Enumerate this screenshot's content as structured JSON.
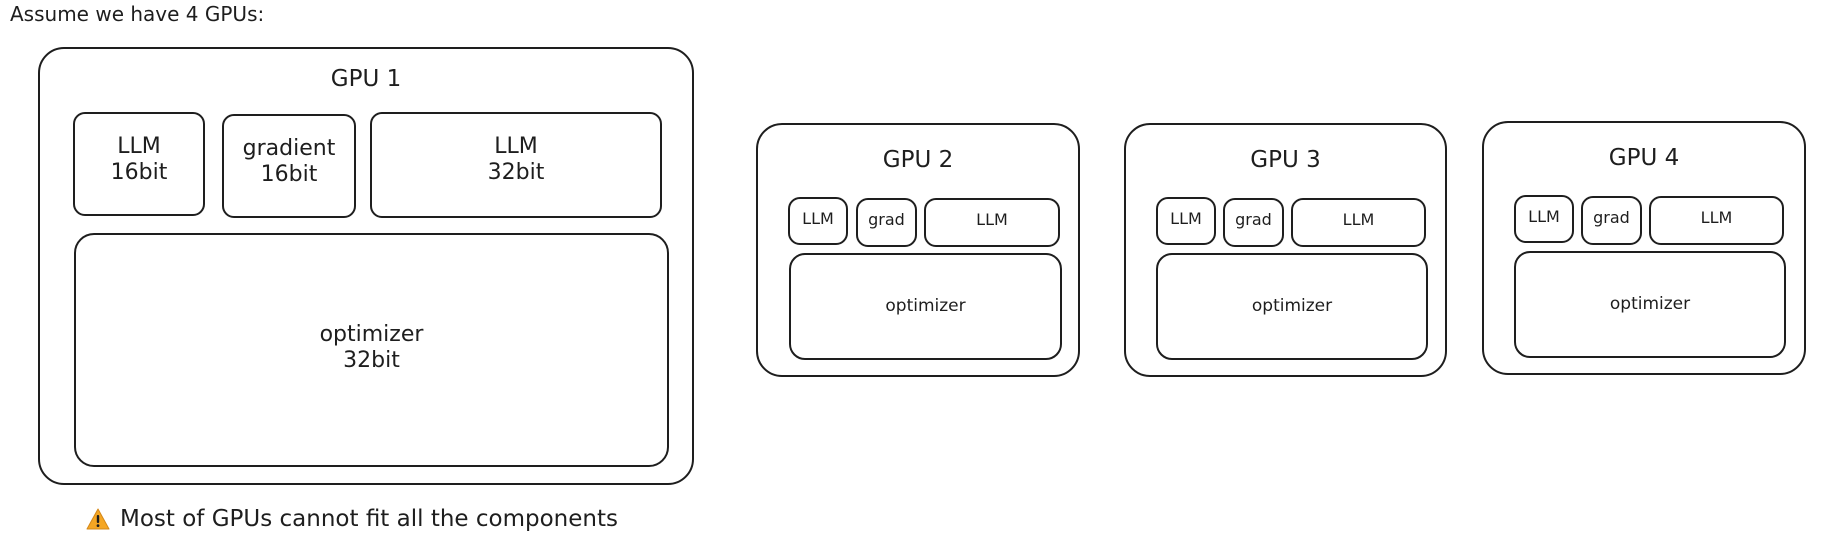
{
  "intro": "Assume we have 4 GPUs:",
  "gpus": [
    {
      "title": "GPU 1",
      "llm16": "LLM\n16bit",
      "gradient": "gradient\n16bit",
      "llm32": "LLM\n32bit",
      "optimizer": "optimizer\n32bit"
    },
    {
      "title": "GPU 2",
      "llm16": "LLM",
      "gradient": "grad",
      "llm32": "LLM",
      "optimizer": "optimizer"
    },
    {
      "title": "GPU 3",
      "llm16": "LLM",
      "gradient": "grad",
      "llm32": "LLM",
      "optimizer": "optimizer"
    },
    {
      "title": "GPU 4",
      "llm16": "LLM",
      "gradient": "grad",
      "llm32": "LLM",
      "optimizer": "optimizer"
    }
  ],
  "warning": {
    "icon": "warning-icon",
    "icon_color": "#f5a623",
    "text": "Most of GPUs cannot fit all the components"
  }
}
